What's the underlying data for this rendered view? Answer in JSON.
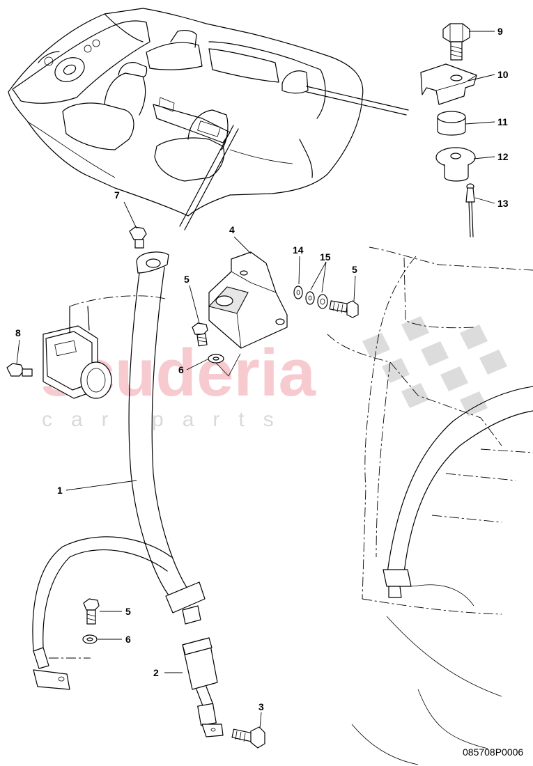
{
  "diagram": {
    "reference_code": "085708P0006",
    "watermark": {
      "brand": "scuderia",
      "tagline": "car parts"
    },
    "callouts": [
      {
        "id": "c9",
        "label": "9"
      },
      {
        "id": "c10",
        "label": "10"
      },
      {
        "id": "c11",
        "label": "11"
      },
      {
        "id": "c12",
        "label": "12"
      },
      {
        "id": "c13",
        "label": "13"
      },
      {
        "id": "c7",
        "label": "7"
      },
      {
        "id": "c4",
        "label": "4"
      },
      {
        "id": "c14",
        "label": "14"
      },
      {
        "id": "c15",
        "label": "15"
      },
      {
        "id": "c5a",
        "label": "5"
      },
      {
        "id": "c5b",
        "label": "5"
      },
      {
        "id": "c8",
        "label": "8"
      },
      {
        "id": "c6a",
        "label": "6"
      },
      {
        "id": "c1",
        "label": "1"
      },
      {
        "id": "c5c",
        "label": "5"
      },
      {
        "id": "c6b",
        "label": "6"
      },
      {
        "id": "c2",
        "label": "2"
      },
      {
        "id": "c3",
        "label": "3"
      }
    ]
  }
}
